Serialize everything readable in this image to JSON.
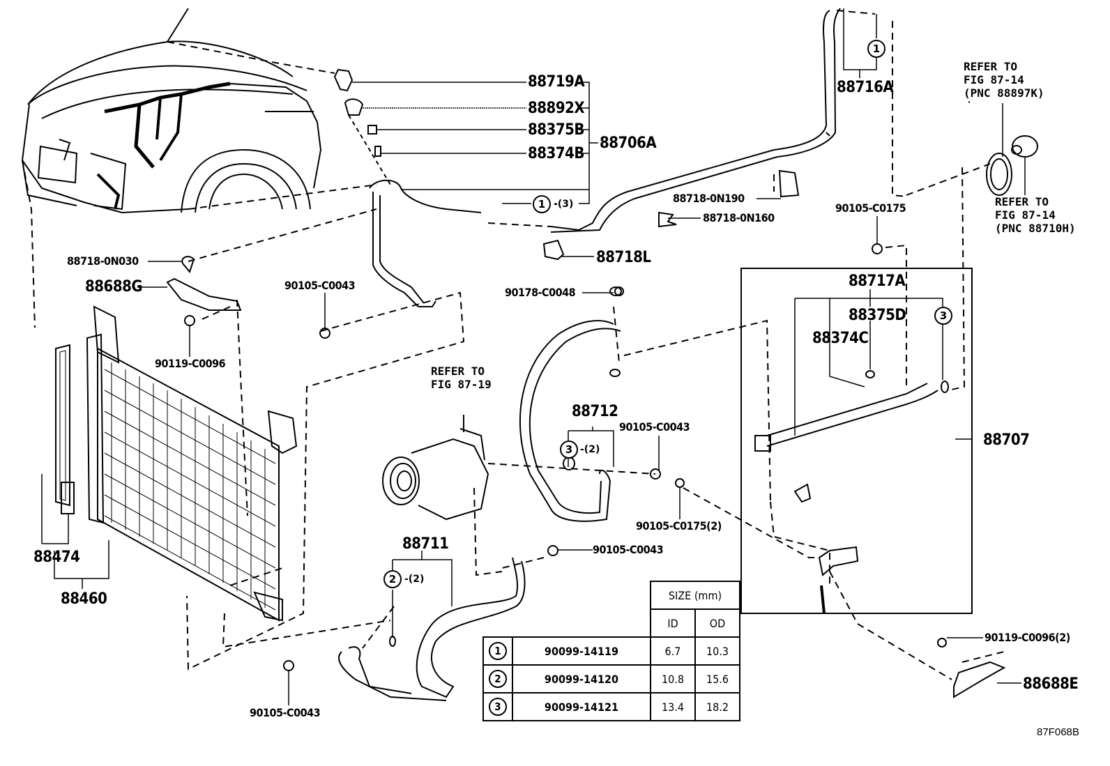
{
  "figure_id": "87F068B",
  "callouts": {
    "p88719A": "88719A",
    "p88892X": "88892X",
    "p88375B": "88375B",
    "p88374B": "88374B",
    "p88706A": "88706A",
    "c1_qty": "-(3)",
    "p88716A": "88716A",
    "p88718_0N190": "88718-0N190",
    "p88718_0N160": "88718-0N160",
    "p88718L": "88718L",
    "p88718_0N030": "88718-0N030",
    "p88688G": "88688G",
    "p90119_C0096": "90119-C0096",
    "p90105_C0043_a": "90105-C0043",
    "p90178_C0048": "90178-C0048",
    "p90105_C0175_top": "90105-C0175",
    "p88717A": "88717A",
    "p88375D": "88375D",
    "p88374C": "88374C",
    "p88707": "88707",
    "p88712": "88712",
    "c3_qty_88712": "-(2)",
    "p90105_C0043_b": "90105-C0043",
    "p90105_C0175_2": "90105-C0175(2)",
    "p88711": "88711",
    "c2_qty_88711": "-(2)",
    "p90105_C0043_c": "90105-C0043",
    "p90105_C0043_d": "90105-C0043",
    "p88474": "88474",
    "p88460": "88460",
    "p90119_C0096_2": "90119-C0096(2)",
    "p88688E": "88688E"
  },
  "circle_refs": {
    "one": "1",
    "two": "2",
    "three": "3"
  },
  "references": {
    "compressor": "REFER TO\nFIG 87-19",
    "clutch_top": "REFER TO\nFIG 87-14\n(PNC 88897K)",
    "clutch_bottom": "REFER TO\nFIG 87-14\n(PNC 88710H)"
  },
  "size_table": {
    "header": "SIZE (mm)",
    "col_id": "ID",
    "col_od": "OD",
    "rows": [
      {
        "ref": "1",
        "part": "90099-14119",
        "id": "6.7",
        "od": "10.3"
      },
      {
        "ref": "2",
        "part": "90099-14120",
        "id": "10.8",
        "od": "15.6"
      },
      {
        "ref": "3",
        "part": "90099-14121",
        "id": "13.4",
        "od": "18.2"
      }
    ]
  }
}
